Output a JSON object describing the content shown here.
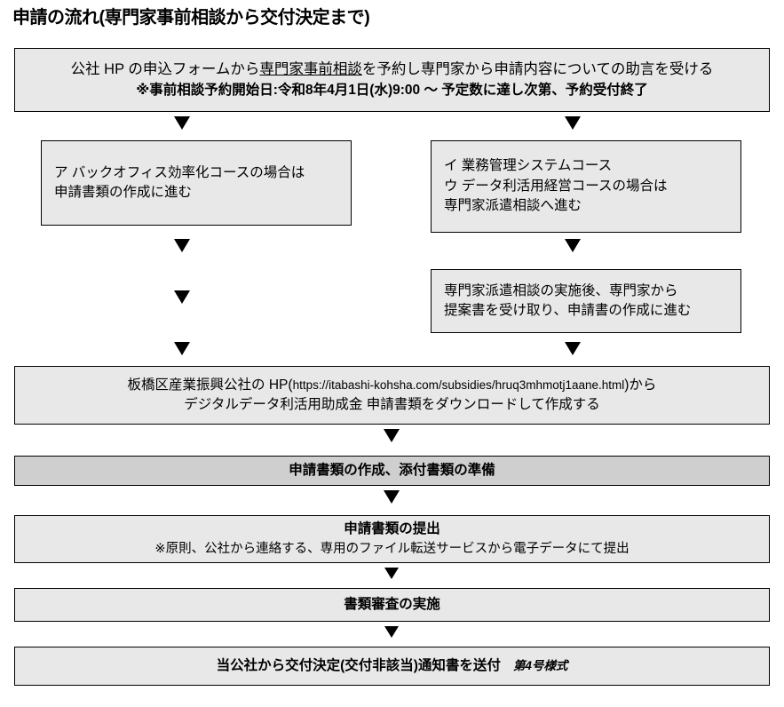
{
  "title": "申請の流れ(専門家事前相談から交付決定まで)",
  "colors": {
    "box_fill": "#e8e8e8",
    "box_fill_dark": "#cfcfcf",
    "border": "#000000",
    "text": "#000000"
  },
  "boxes": {
    "consult": {
      "line1_a": "公社 HP の申込フォームから",
      "line1_underline": "専門家事前相談",
      "line1_b": "を予約し専門家から申請内容についての助言を受ける",
      "line2": "※事前相談予約開始日:令和8年4月1日(水)9:00 ～ 予定数に達し次第、予約受付終了"
    },
    "course_a": {
      "line1": "ア バックオフィス効率化コースの場合は",
      "line2": "申請書類の作成に進む"
    },
    "course_bc": {
      "line1": "イ 業務管理システムコース",
      "line2": "ウ データ利活用経営コースの場合は",
      "line3": "専門家派遣相談へ進む"
    },
    "dispatch_result": {
      "line1": "専門家派遣相談の実施後、専門家から",
      "line2": "提案書を受け取り、申請書の作成に進む"
    },
    "download": {
      "line1_a": "板橋区産業振興公社の HP(",
      "line1_url": "https://itabashi-kohsha.com/subsidies/hruq3mhmotj1aane.html",
      "line1_b": ")から",
      "line2": "デジタルデータ利活用助成金 申請書類をダウンロードして作成する"
    },
    "prepare": {
      "line1": "申請書類の作成、添付書類の準備"
    },
    "submit": {
      "line1": "申請書類の提出",
      "line2": "※原則、公社から連絡する、専用のファイル転送サービスから電子データにて提出"
    },
    "review": {
      "line1": "書類審査の実施"
    },
    "decision": {
      "line1": "当公社から交付決定(交付非該当)通知書を送付",
      "form_no": "第4号様式"
    }
  },
  "arrows": {
    "glyph": "▼",
    "name": "down-arrow"
  }
}
